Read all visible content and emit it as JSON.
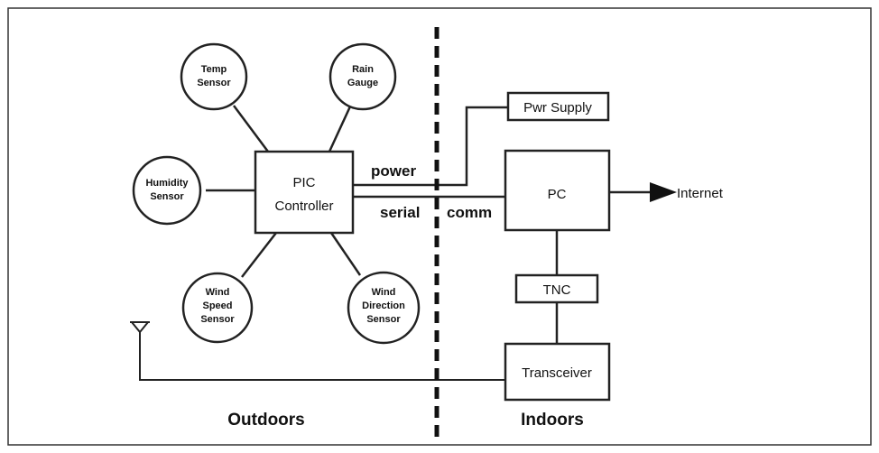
{
  "diagram": {
    "sensors": {
      "temp": [
        "Temp",
        "Sensor"
      ],
      "rain": [
        "Rain",
        "Gauge"
      ],
      "humidity": [
        "Humidity",
        "Sensor"
      ],
      "wind_speed": [
        "Wind",
        "Speed",
        "Sensor"
      ],
      "wind_direction": [
        "Wind",
        "Direction",
        "Sensor"
      ]
    },
    "controller": [
      "PIC",
      "Controller"
    ],
    "power_supply": "Pwr Supply",
    "pc": "PC",
    "tnc": "TNC",
    "transceiver": "Transceiver",
    "internet": "Internet",
    "wires": {
      "power": "power",
      "serial": "serial",
      "comm": "comm"
    },
    "regions": {
      "outdoors": "Outdoors",
      "indoors": "Indoors"
    }
  }
}
